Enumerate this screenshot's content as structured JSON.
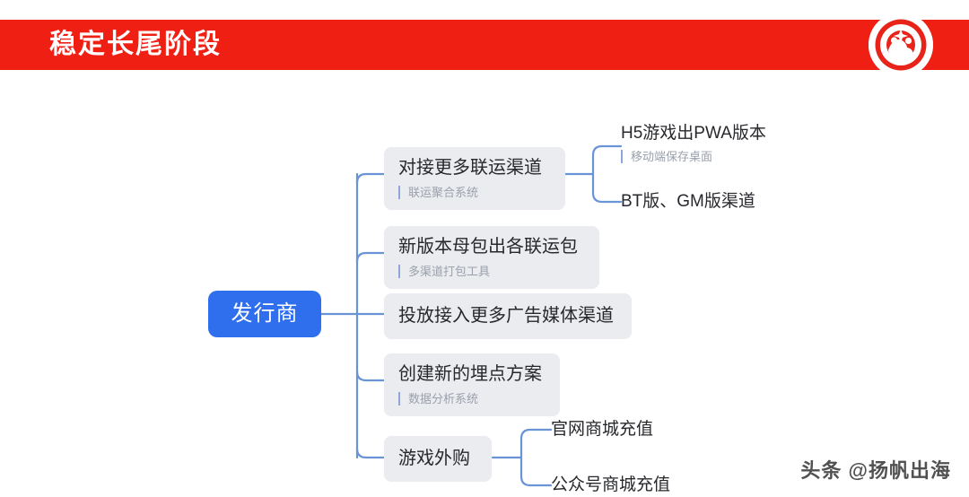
{
  "header": {
    "title": "稳定长尾阶段",
    "bar_color": "#f01f13",
    "logo_name": "brand-logo"
  },
  "mindmap": {
    "root": {
      "label": "发行商",
      "color": "#2f6fed"
    },
    "branches": [
      {
        "title": "对接更多联运渠道",
        "subtitle": "联运聚合系统",
        "children": [
          {
            "title": "H5游戏出PWA版本",
            "subtitle": "移动端保存桌面"
          },
          {
            "title": "BT版、GM版渠道",
            "subtitle": ""
          }
        ]
      },
      {
        "title": "新版本母包出各联运包",
        "subtitle": "多渠道打包工具",
        "children": []
      },
      {
        "title": "投放接入更多广告媒体渠道",
        "subtitle": "",
        "children": []
      },
      {
        "title": "创建新的埋点方案",
        "subtitle": "数据分析系统",
        "children": []
      },
      {
        "title": "游戏外购",
        "subtitle": "",
        "children": [
          {
            "title": "官网商城充值",
            "subtitle": ""
          },
          {
            "title": "公众号商城充值",
            "subtitle": ""
          }
        ]
      }
    ],
    "node_bg": "#ebecf0",
    "line_color": "#6b94d6"
  },
  "watermark": "头条 @扬帆出海"
}
